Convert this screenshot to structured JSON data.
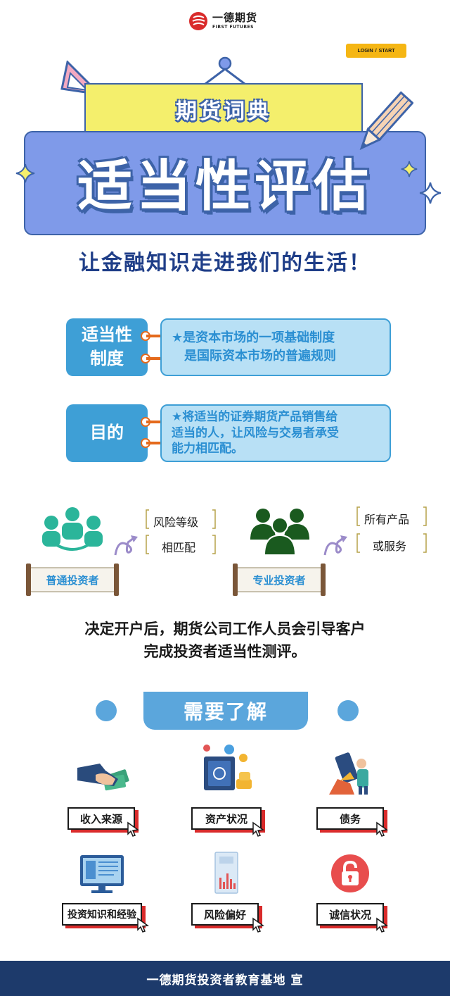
{
  "brand": {
    "cn": "一德期货",
    "en": "FIRST FUTURES"
  },
  "login": {
    "left": "LOGIN",
    "sep": "/",
    "right": "START"
  },
  "hero": {
    "small_title": "期货词典",
    "big_title": "适当性评估"
  },
  "slogan": "让金融知识走进我们的生活！",
  "concepts": [
    {
      "tag": "适当性\n制度",
      "lines": [
        "★是资本市场的一项基础制度",
        "　是国际资本市场的普遍规则"
      ]
    },
    {
      "tag": "目的",
      "lines": [
        "★将适当的证券期货产品销售给",
        "适当的人，让风险与交易者承受",
        "能力相匹配。"
      ]
    }
  ],
  "investors": {
    "ordinary": {
      "label": "普通投资者",
      "note1": "风险等级",
      "note2": "相匹配"
    },
    "professional": {
      "label": "专业投资者",
      "note1": "所有产品",
      "note2": "或服务"
    }
  },
  "statement": {
    "line1": "决定开户后，期货公司工作人员会引导客户",
    "line2": "完成投资者适当性测评。"
  },
  "need": {
    "title": "需要了解",
    "items": [
      {
        "label": "收入来源",
        "icon": "hand-money-icon"
      },
      {
        "label": "资产状况",
        "icon": "safe-assets-icon"
      },
      {
        "label": "债务",
        "icon": "debt-icon"
      },
      {
        "label": "投资知识和经验",
        "icon": "monitor-icon"
      },
      {
        "label": "风险偏好",
        "icon": "chart-icon"
      },
      {
        "label": "诚信状况",
        "icon": "lock-icon"
      }
    ]
  },
  "footer": "一德期货投资者教育基地  宣",
  "colors": {
    "navy": "#1d3a6b",
    "blue": "#3e9fd6",
    "board": "#7f9ae9",
    "yellow": "#f4ef6c",
    "accent_red": "#d92b2b"
  }
}
